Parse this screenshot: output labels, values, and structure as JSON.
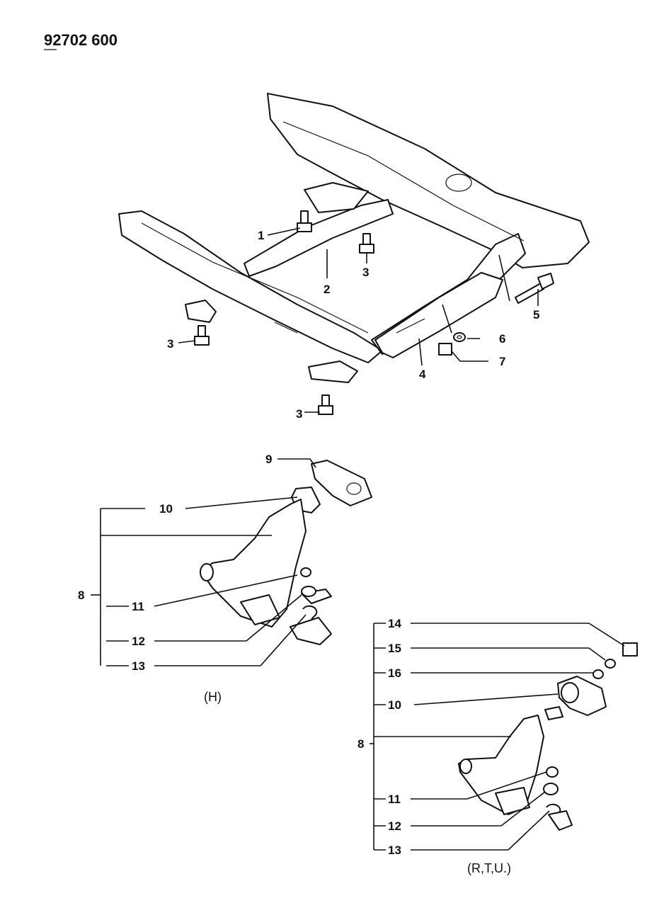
{
  "doc_ref": "92702 600",
  "variant_labels": {
    "h": "(H)",
    "rtu": "(R,T,U.)"
  },
  "callouts": {
    "c1": "1",
    "c2": "2",
    "c3a": "3",
    "c3b": "3",
    "c3c": "3",
    "c4": "4",
    "c5": "5",
    "c6": "6",
    "c7": "7",
    "c8a": "8",
    "c9": "9",
    "c10a": "10",
    "c11a": "11",
    "c12a": "12",
    "c13a": "13",
    "c8b": "8",
    "c14": "14",
    "c15": "15",
    "c16": "16",
    "c10b": "10",
    "c11b": "11",
    "c12b": "12",
    "c13b": "13"
  }
}
